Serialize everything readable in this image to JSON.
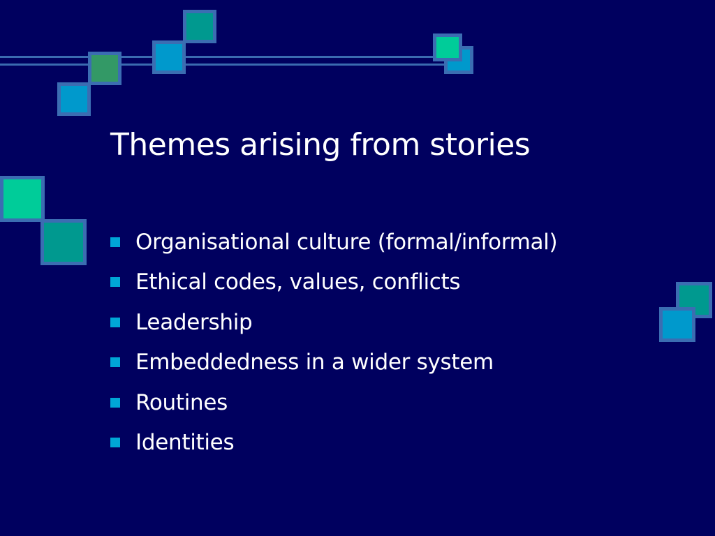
{
  "slide": {
    "title": "Themes arising from stories",
    "bullets": [
      "Organisational culture (formal/informal)",
      "Ethical codes, values, conflicts",
      "Leadership",
      "Embeddedness in a wider system",
      "Routines",
      "Identities"
    ]
  },
  "colors": {
    "background": "#00005f",
    "text": "#ffffff",
    "bullet": "#00a6d6",
    "square_border": "#3b6db2",
    "square_teal": "#00998f",
    "square_blue": "#0099cc",
    "square_green": "#339966",
    "square_mint": "#00cc99"
  }
}
